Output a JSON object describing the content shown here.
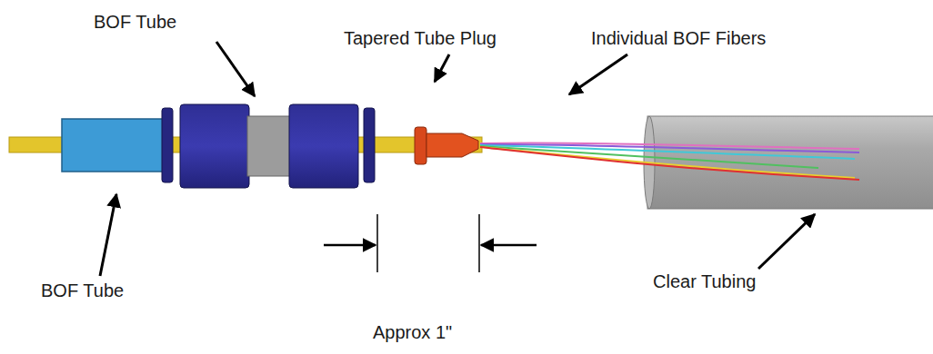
{
  "diagram": {
    "labels": [
      "BOF Tube",
      "Tapered Tube Plug",
      "Individual BOF Fibers",
      "BOF Tube",
      "Clear Tubing",
      "Approx 1\""
    ]
  }
}
